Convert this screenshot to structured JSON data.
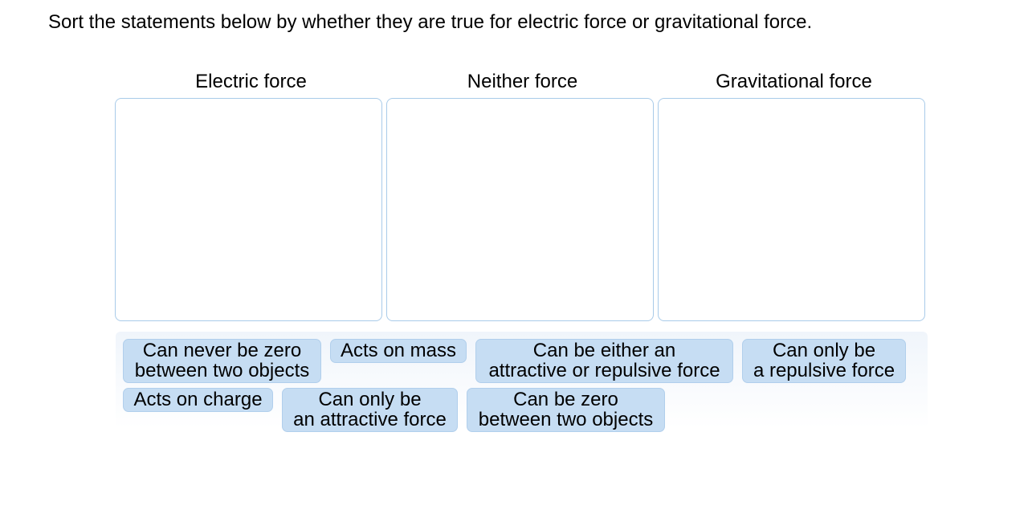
{
  "prompt": "Sort the statements below by whether they are true for electric force or gravitational force.",
  "bins": [
    {
      "label": "Electric force"
    },
    {
      "label": "Neither force"
    },
    {
      "label": "Gravitational force"
    }
  ],
  "tiles": [
    {
      "line1": "Can never be zero",
      "line2": "between two objects"
    },
    {
      "line1": "Acts on mass",
      "line2": ""
    },
    {
      "line1": "Can be either an",
      "line2": "attractive or repulsive force"
    },
    {
      "line1": "Can only be",
      "line2": "a repulsive force"
    },
    {
      "line1": "Acts on charge",
      "line2": ""
    },
    {
      "line1": "Can only be",
      "line2": "an attractive force"
    },
    {
      "line1": "Can be zero",
      "line2": "between two objects"
    }
  ],
  "colors": {
    "tile_bg": "#c6ddf3",
    "tile_border": "#b1cfec",
    "bin_border": "#a9cbe9"
  }
}
